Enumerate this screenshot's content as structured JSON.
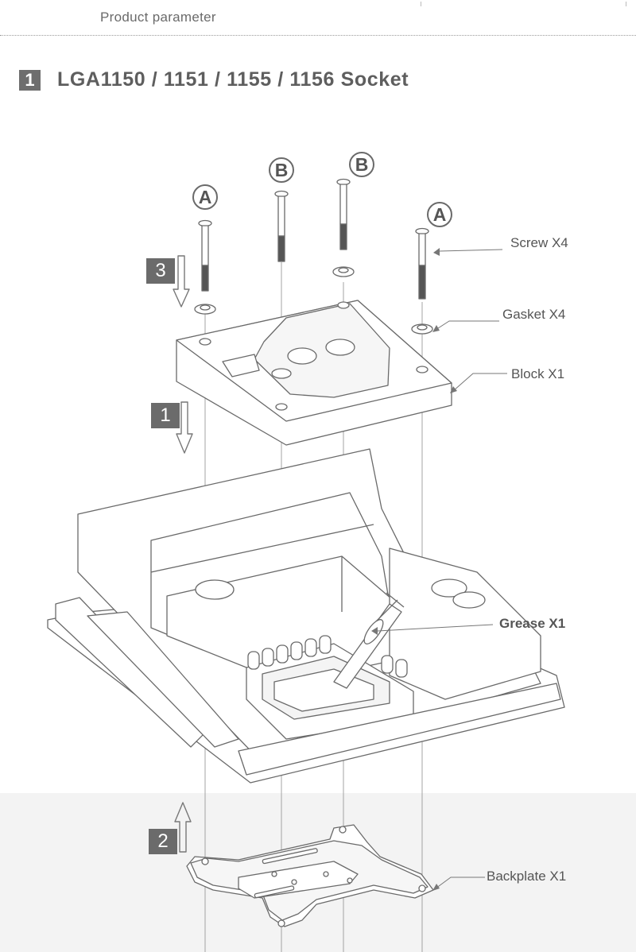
{
  "header": {
    "title": "Product parameter"
  },
  "section": {
    "number": "1",
    "title": "LGA1150 / 1151 / 1155 / 1156 Socket"
  },
  "labels": {
    "screw": "Screw  X4",
    "gasket": "Gasket  X4",
    "block": "Block  X1",
    "grease": "Grease X1",
    "backplate": "Backplate X1"
  },
  "steps": {
    "one": "1",
    "two": "2",
    "three": "3"
  },
  "screw_markers": {
    "a": "A",
    "b": "B"
  }
}
